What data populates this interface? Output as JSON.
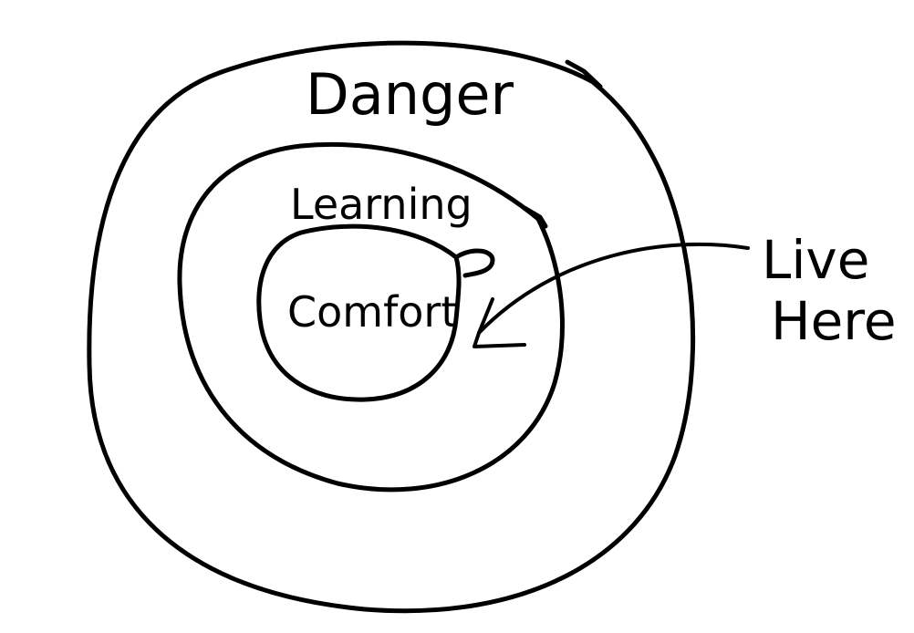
{
  "diagram": {
    "zones": {
      "outer": {
        "label": "Danger"
      },
      "middle": {
        "label": "Learning"
      },
      "inner": {
        "label": "Comfort"
      }
    },
    "callout": {
      "line1": "Live",
      "line2": "Here"
    },
    "ink_color": "#000000",
    "background_color": "#ffffff"
  }
}
